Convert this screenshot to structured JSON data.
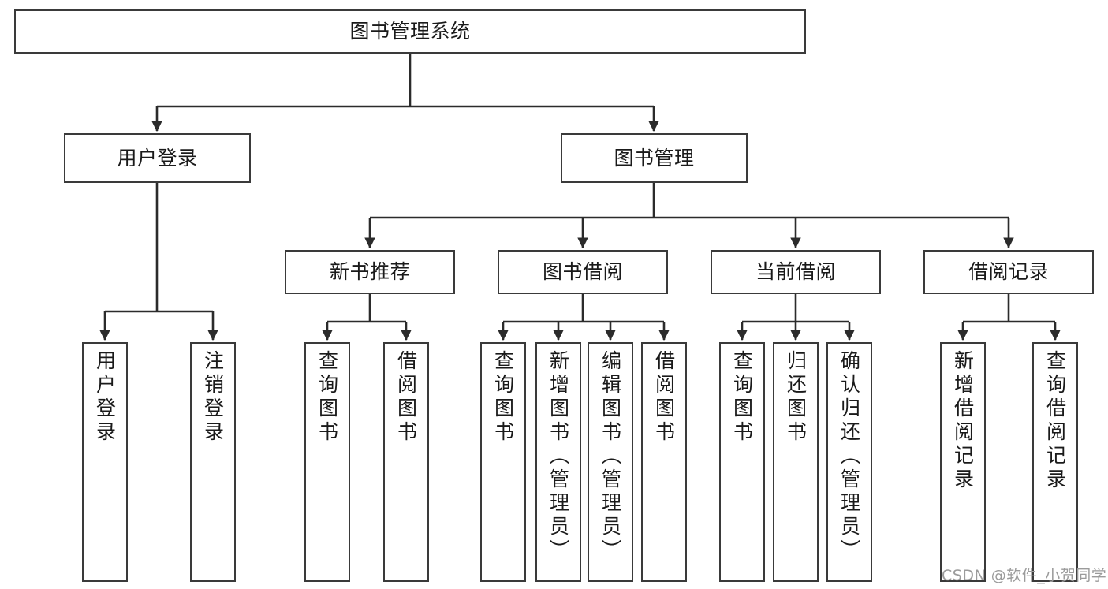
{
  "diagram": {
    "title": "图书管理系统",
    "watermark": "CSDN @软件_小贺同学",
    "colors": {
      "box_border": "#3a3a3a",
      "box_fill": "#ffffff",
      "edge": "#2b2b2b",
      "text": "#1a1a1a",
      "watermark": "#9b9b9b"
    },
    "nodes": {
      "root": {
        "label": "图书管理系统"
      },
      "level2": [
        {
          "label": "用户登录"
        },
        {
          "label": "图书管理"
        }
      ],
      "level3": [
        {
          "label": "新书推荐"
        },
        {
          "label": "图书借阅"
        },
        {
          "label": "当前借阅"
        },
        {
          "label": "借阅记录"
        }
      ],
      "leaves_user_login": [
        {
          "label": "用户登录"
        },
        {
          "label": "注销登录"
        }
      ],
      "leaves_new_book": [
        {
          "label": "查询图书"
        },
        {
          "label": "借阅图书"
        }
      ],
      "leaves_borrow": [
        {
          "label": "查询图书"
        },
        {
          "label": "新增图书（管理员）"
        },
        {
          "label": "编辑图书（管理员）"
        },
        {
          "label": "借阅图书"
        }
      ],
      "leaves_current": [
        {
          "label": "查询图书"
        },
        {
          "label": "归还图书"
        },
        {
          "label": "确认归还（管理员）"
        }
      ],
      "leaves_record": [
        {
          "label": "新增借阅记录"
        },
        {
          "label": "查询借阅记录"
        }
      ]
    }
  }
}
